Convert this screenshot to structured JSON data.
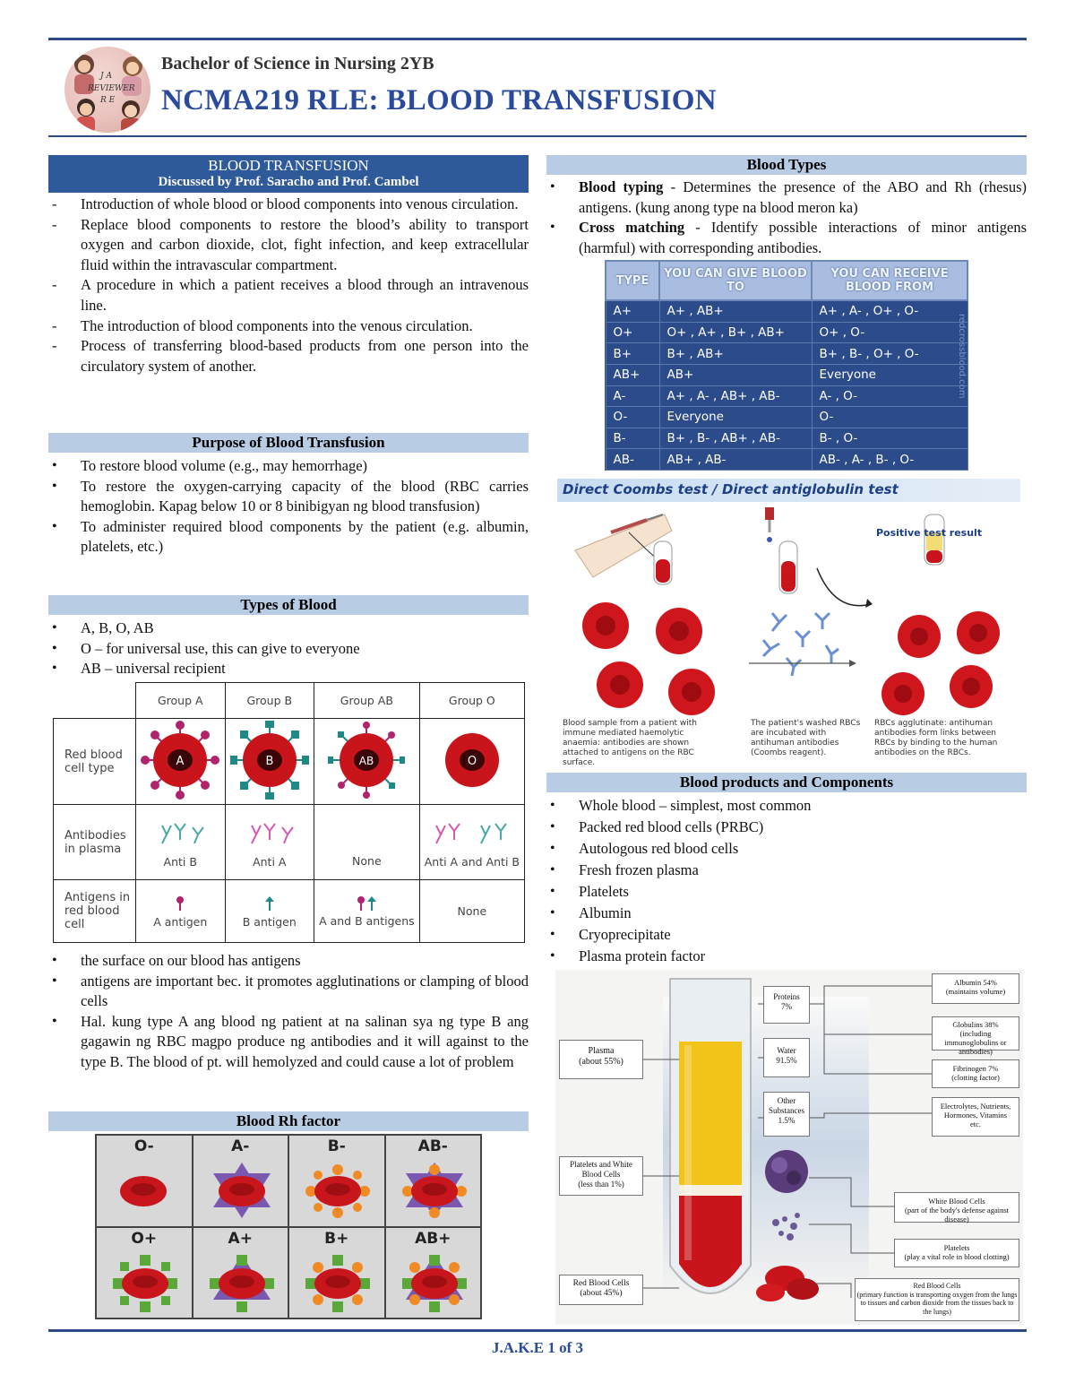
{
  "header": {
    "logo_text": [
      "J A",
      "REVIEWER",
      "R E"
    ],
    "subtitle": "Bachelor of Science in Nursing 2YB",
    "title": "NCMA219 RLE: BLOOD TRANSFUSION"
  },
  "left": {
    "intro": {
      "heading": "BLOOD TRANSFUSION",
      "subheading": "Discussed by Prof. Saracho and Prof. Cambel",
      "items": [
        "Introduction of whole blood or blood components into venous circulation.",
        "Replace blood components to restore the blood’s ability to transport oxygen and carbon dioxide, clot, fight infection, and keep extracellular fluid within the intravascular compartment.",
        "A procedure in which a patient receives a blood through an intravenous line.",
        "The introduction of blood components into the venous circulation.",
        "Process of transferring blood-based products from one person into the circulatory system of another."
      ]
    },
    "purpose": {
      "heading": "Purpose of Blood Transfusion",
      "items": [
        "To restore blood volume (e.g., may hemorrhage)",
        "To restore the oxygen-carrying capacity of the blood (RBC carries hemoglobin. Kapag below 10 or 8 binibigyan ng blood transfusion)",
        "To administer required blood components by the patient (e.g. albumin, platelets, etc.)"
      ]
    },
    "types": {
      "heading": "Types of Blood",
      "items": [
        "A, B, O, AB",
        "O – for universal use, this can give to everyone",
        "AB – universal recipient"
      ],
      "notes": [
        "the surface on our blood has antigens",
        "antigens are important bec. it promotes agglutinations or clamping of blood cells",
        "Hal. kung type A ang blood ng patient at na salinan sya ng type B ang gagawin ng RBC magpo produce ng antibodies and it will against to the type B.  The blood of pt. will hemolyzed and could cause a lot of problem"
      ]
    },
    "groups_figure": {
      "columns": [
        "Group A",
        "Group B",
        "Group AB",
        "Group O"
      ],
      "row_labels": [
        "Red blood cell type",
        "Antibodies in plasma",
        "Antigens in red blood cell"
      ],
      "cell_letters": [
        "A",
        "B",
        "AB",
        "O"
      ],
      "antibodies": [
        "Anti B",
        "Anti A",
        "None",
        "Anti A and Anti B"
      ],
      "antigens": [
        "A antigen",
        "B antigen",
        "A and B antigens",
        "None"
      ],
      "colors": {
        "a": "#b0236d",
        "b": "#1f8a85",
        "cell": "#c8141a"
      }
    },
    "rh": {
      "heading": "Blood Rh factor",
      "labels": [
        "O-",
        "A-",
        "B-",
        "AB-",
        "O+",
        "A+",
        "B+",
        "AB+"
      ]
    }
  },
  "right": {
    "blood_types": {
      "heading": "Blood Types",
      "items": [
        {
          "term": "Blood typing",
          "text": " - Determines the presence of the ABO and Rh (rhesus) antigens. (kung anong type na blood meron ka)"
        },
        {
          "term": "Cross matching",
          "text": " - Identify possible interactions of minor antigens (harmful) with corresponding antibodies."
        }
      ]
    },
    "compat_table": {
      "headers": [
        "TYPE",
        "YOU CAN GIVE BLOOD TO",
        "YOU CAN RECEIVE BLOOD FROM"
      ],
      "rows": [
        [
          "A+",
          "A+ , AB+",
          "A+ , A- , O+ , O-"
        ],
        [
          "O+",
          "O+ , A+ , B+ , AB+",
          "O+ , O-"
        ],
        [
          "B+",
          "B+ , AB+",
          "B+ , B- , O+ , O-"
        ],
        [
          "AB+",
          "AB+",
          "Everyone"
        ],
        [
          "A-",
          "A+ , A- , AB+ , AB-",
          "A- , O-"
        ],
        [
          "O-",
          "Everyone",
          "O-"
        ],
        [
          "B-",
          "B+ , B- , AB+ , AB-",
          "B- , O-"
        ],
        [
          "AB-",
          "AB+ , AB-",
          "AB- , A- , B- , O-"
        ]
      ],
      "watermark": "redcrossblood.com"
    },
    "coombs": {
      "title": "Direct Coombs test / Direct antiglobulin test",
      "positive": "Positive test result",
      "captions": [
        "Blood sample from a patient with immune mediated haemolytic anaemia: antibodies are shown attached to antigens on the RBC surface.",
        "The patient's washed RBCs are incubated with antihuman antibodies (Coombs reagent).",
        "RBCs agglutinate: antihuman antibodies form links between RBCs by binding to the human antibodies on the RBCs."
      ]
    },
    "products": {
      "heading": "Blood products and Components",
      "items": [
        "Whole blood – simplest, most common",
        "Packed red blood cells (PRBC)",
        "Autologous red blood cells",
        "Fresh frozen plasma",
        "Platelets",
        "Albumin",
        "Cryoprecipitate",
        "Plasma protein factor"
      ]
    },
    "composition": {
      "left_boxes": [
        {
          "title": "Plasma",
          "sub": "(about 55%)"
        },
        {
          "title": "Platelets and White Blood Cells",
          "sub": "(less than 1%)"
        },
        {
          "title": "Red Blood Cells",
          "sub": "(about 45%)"
        }
      ],
      "center_boxes": [
        {
          "title": "Proteins",
          "sub": "7%"
        },
        {
          "title": "Water",
          "sub": "91.5%"
        },
        {
          "title": "Other Substances",
          "sub": "1.5%"
        }
      ],
      "right_boxes": [
        {
          "title": "Albumin 54%",
          "sub": "(maintains volume)"
        },
        {
          "title": "Globulins 38%",
          "sub": "(including immunoglobulins or antibodies)"
        },
        {
          "title": "Fibrinogen 7%",
          "sub": "(clotting factor)"
        },
        {
          "title": "Electrolytes, Nutrients, Hormones, Vitamins",
          "sub": "etc."
        },
        {
          "title": "White Blood Cells",
          "sub": "(part of the body's defense against disease)"
        },
        {
          "title": "Platelets",
          "sub": "(play a vital role in blood clotting)"
        },
        {
          "title": "Red Blood Cells",
          "sub": "(primary function is transporting oxygen from the lungs to tissues and carbon dioxide from the tissues back to the lungs)"
        }
      ]
    }
  },
  "footer": {
    "text": "J.A.K.E 1 of 3"
  }
}
